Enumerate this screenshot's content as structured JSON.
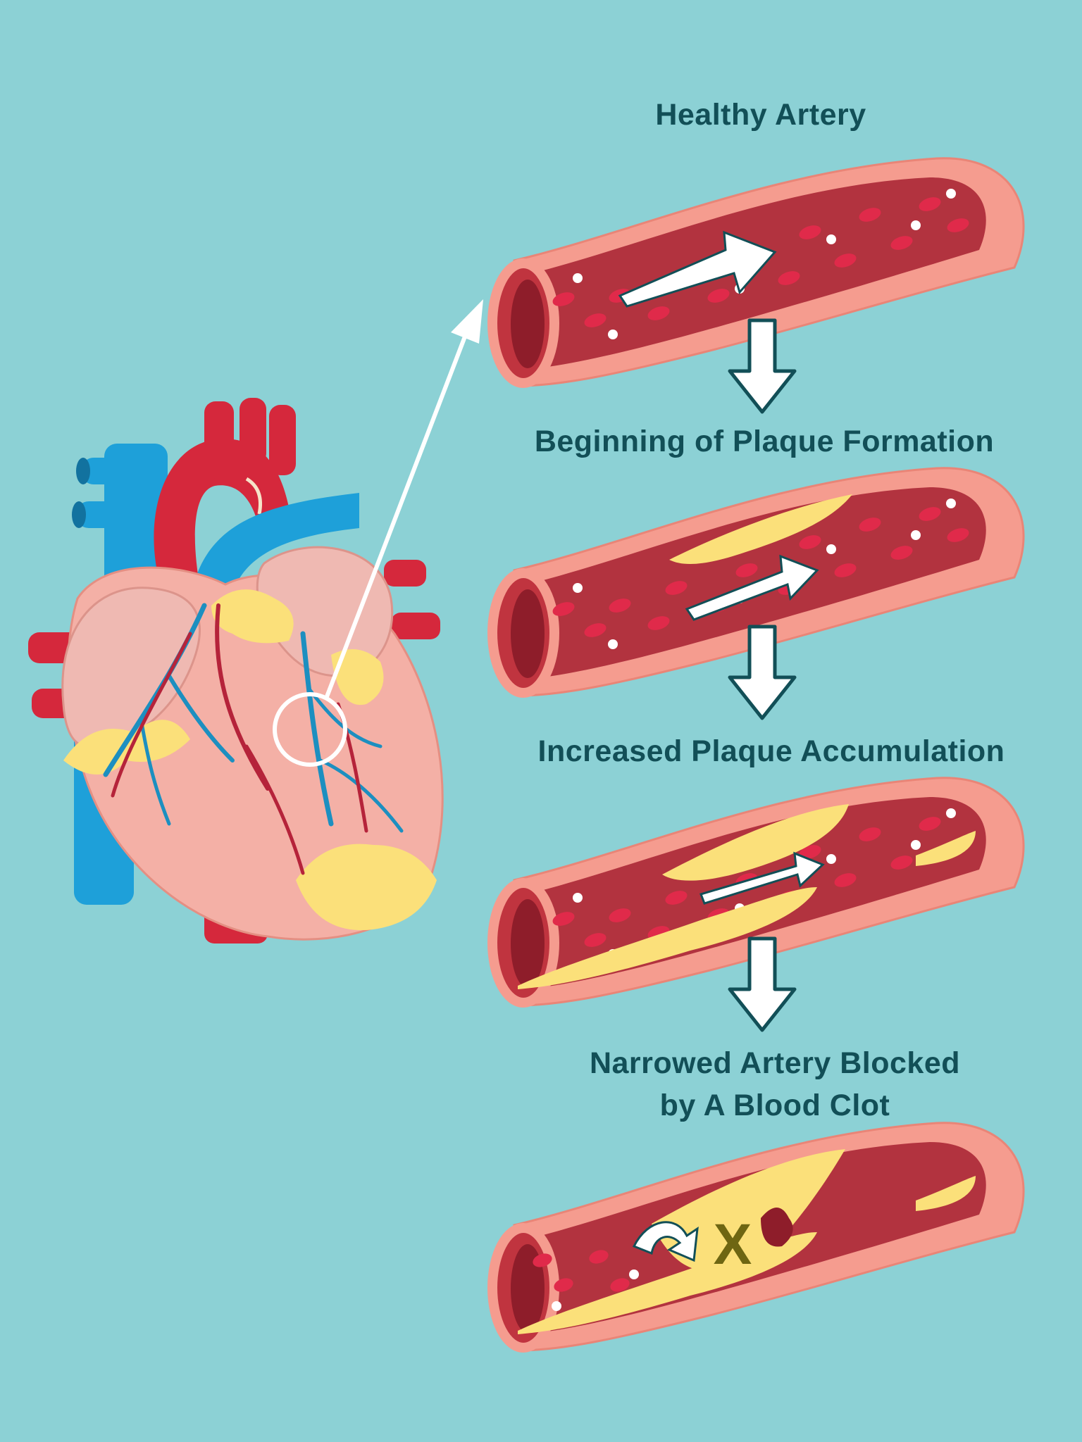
{
  "colors": {
    "background": "#8cd1d5",
    "label_text": "#124f57",
    "artery_wall": "#f59c8f",
    "artery_lumen": "#b2333f",
    "red_cell": "#e02a4a",
    "plaque": "#fbe07a",
    "vein_blue": "#1ea0d9",
    "aorta_red": "#d5283c",
    "heart_muscle": "#f4b0a6",
    "flow_arrow": "#ffffff",
    "clot_mark": "#6e6612"
  },
  "stages": [
    {
      "id": "healthy",
      "label": "Healthy Artery",
      "plaque_level": 0,
      "flow": "full"
    },
    {
      "id": "begin",
      "label": "Beginning of Plaque Formation",
      "plaque_level": 1,
      "flow": "slightly-reduced"
    },
    {
      "id": "increase",
      "label": "Increased Plaque Accumulation",
      "plaque_level": 2,
      "flow": "reduced"
    },
    {
      "id": "narrow",
      "label_lines": [
        "Narrowed Artery Blocked",
        "by A Blood Clot"
      ],
      "plaque_level": 3,
      "flow": "blocked"
    }
  ],
  "clot_mark": "X",
  "icons": [
    "heart-illustration",
    "magnifier-circle-icon",
    "down-arrow-icon",
    "flow-arrow-icon",
    "turnback-arrow-icon"
  ]
}
